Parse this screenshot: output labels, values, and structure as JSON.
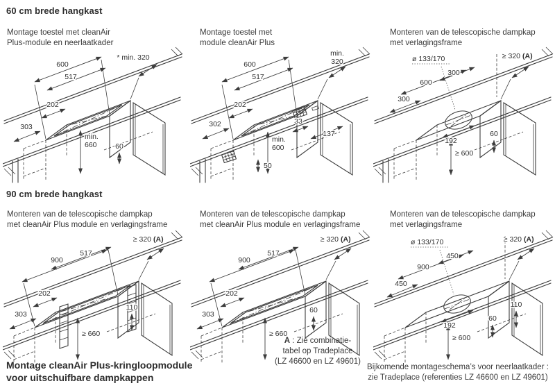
{
  "sections": {
    "top": {
      "heading": "60 cm brede hangkast"
    },
    "bottom": {
      "heading": "90 cm brede hangkast"
    }
  },
  "captions": {
    "d1_line1": "Montage toestel met cleanAir",
    "d1_line2": "Plus-module en neerlaatkader",
    "d2_line1": "Montage toestel met",
    "d2_line2": "module cleanAir Plus",
    "d3_line1": "Monteren van de telescopische dampkap",
    "d3_line2": "met verlagingsframe",
    "d4_line1": "Monteren van de telescopische dampkap",
    "d4_line2": "met cleanAir Plus module en verlagingsframe",
    "d5_line1": "Monteren van de telescopische dampkap",
    "d5_line2": "met cleanAir Plus module en verlagingsframe",
    "d6_line1": "Monteren van de telescopische dampkap",
    "d6_line2": "met verlagingsframe"
  },
  "diagrams": {
    "d1": {
      "labels": {
        "w600": "600",
        "w517": "517",
        "min320": "* min. 320",
        "d202": "202",
        "d303": "303",
        "min_l1": "min.",
        "min_l2": "660",
        "d60": "60"
      }
    },
    "d2": {
      "labels": {
        "w600": "600",
        "w517": "517",
        "min_l1": "min.",
        "min_l2": "320",
        "d202": "202",
        "d302": "302",
        "d33": "33",
        "d137": "137",
        "h_l1": "min.",
        "h_l2": "600",
        "d50": "50"
      }
    },
    "d3": {
      "labels": {
        "dia": "ø 133/170",
        "a320": "≥ 320",
        "a320_a": "(A)",
        "d300a": "300",
        "w600": "600",
        "d300b": "300",
        "d192": "192",
        "h600": "≥ 600",
        "d60": "60"
      }
    },
    "d4": {
      "labels": {
        "a320": "≥ 320",
        "a320_a": "(A)",
        "w900": "900",
        "w517": "517",
        "d202": "202",
        "d303": "303",
        "h660": "≥ 660",
        "d110": "110"
      }
    },
    "d5": {
      "labels": {
        "a320": "≥ 320",
        "a320_a": "(A)",
        "w900": "900",
        "w517": "517",
        "d202": "202",
        "d303": "303",
        "h660": "≥ 660",
        "d60": "60"
      },
      "note_a": "A",
      "note_l1": " : Zie combinatie-",
      "note_l2": "tabel op Tradeplace",
      "note_l3": "(LZ 46600 en LZ 49601)"
    },
    "d6": {
      "labels": {
        "dia": "ø 133/170",
        "a320": "≥ 320",
        "a320_a": "(A)",
        "d450a": "450",
        "w900": "900",
        "d450b": "450",
        "d192": "192",
        "h600": "≥ 600",
        "d60": "60",
        "d110": "110"
      }
    }
  },
  "footer": {
    "left_l1": "Montage cleanAir Plus-kringloopmodule",
    "left_l2": "voor uitschuifbare dampkappen",
    "right_l1": "Bijkomende montageschema’s voor neerlaatkader :",
    "right_l2": "zie Tradeplace (referenties LZ 46600 en LZ 49601)"
  }
}
